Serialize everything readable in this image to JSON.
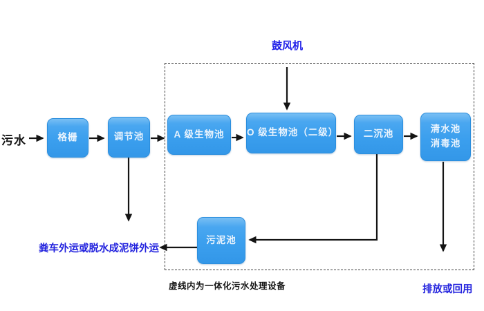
{
  "diagram": {
    "influent_label": "污水",
    "blower_label": "鼓风机",
    "nodes": {
      "grid": "格栅",
      "regulating": "调节池",
      "a_bio": "A 级生物池",
      "o_bio": "O 级生物池（二级）",
      "secondary_sed": "二沉池",
      "clear_line1": "清水池",
      "clear_line2": "消毒池",
      "sludge": "污泥池"
    },
    "sludge_out_label": "粪车外运或脱水成泥饼外运",
    "discharge_label": "排放或回用",
    "dashed_box_note": "虚线内为一体化污水处理设备",
    "colors": {
      "box_fill": "#3b9fee",
      "box_fill_highlight": "#79bff4",
      "box_border": "#2b8edd",
      "box_text": "#ebf4fd",
      "accent_blue_text": "#1f1fe8",
      "line_color": "#141414",
      "dashed_border": "#3c3c3c",
      "background": "#ffffff"
    },
    "edges": [
      {
        "from": "污水",
        "to": "格栅"
      },
      {
        "from": "格栅",
        "to": "调节池"
      },
      {
        "from": "调节池",
        "to": "A 级生物池"
      },
      {
        "from": "A 级生物池",
        "to": "O 级生物池（二级）"
      },
      {
        "from": "鼓风机",
        "to": "O 级生物池（二级）"
      },
      {
        "from": "O 级生物池（二级）",
        "to": "二沉池"
      },
      {
        "from": "二沉池",
        "to": "清水池消毒池"
      },
      {
        "from": "二沉池",
        "to": "污泥池"
      },
      {
        "from": "污泥池",
        "to": "粪车外运或脱水成泥饼外运"
      },
      {
        "from": "调节池",
        "to": "粪车外运或脱水成泥饼外运"
      },
      {
        "from": "清水池消毒池",
        "to": "排放或回用"
      }
    ]
  }
}
